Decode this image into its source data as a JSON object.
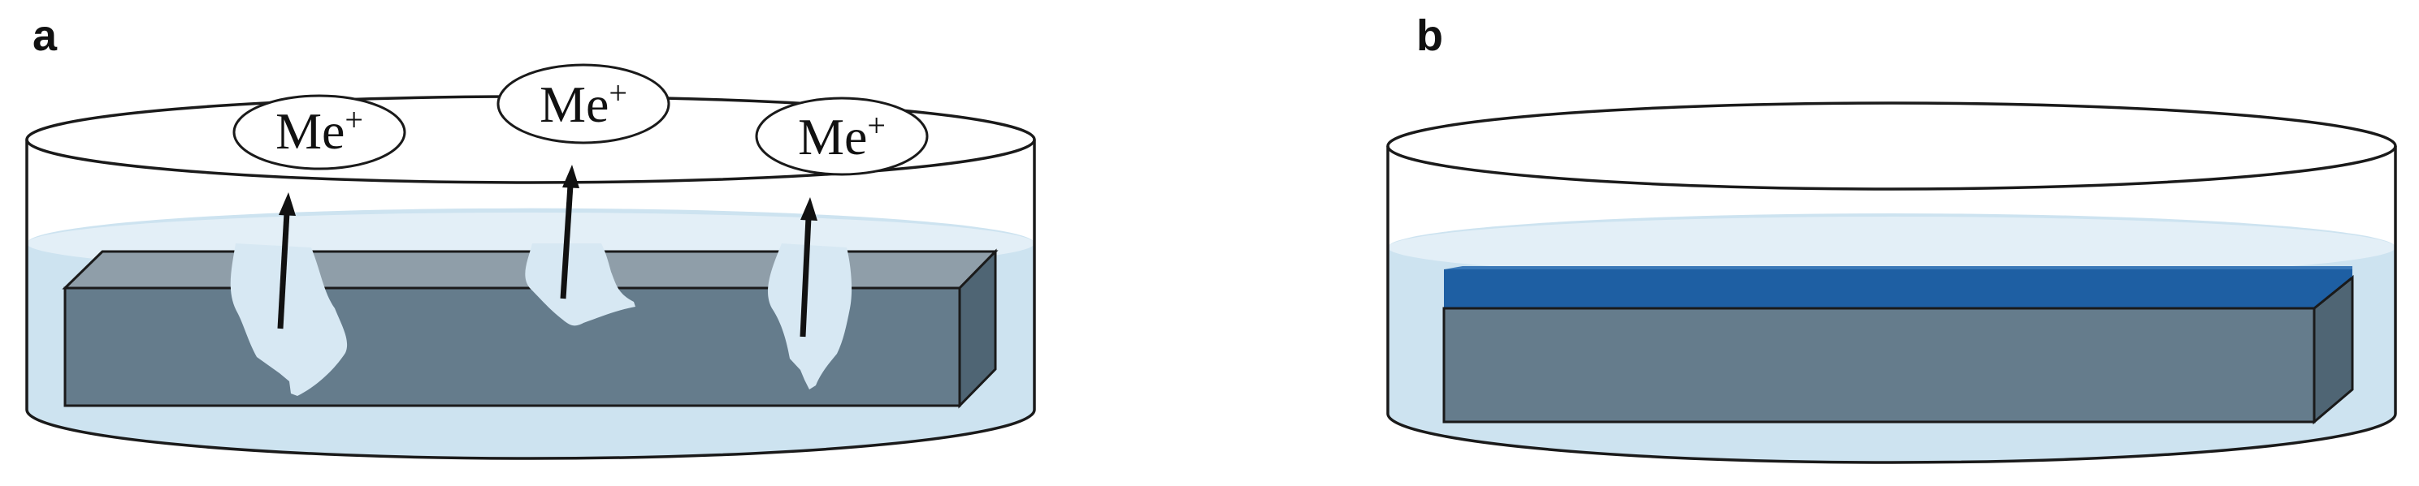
{
  "panels": [
    {
      "label": "a",
      "ions": [
        {
          "symbol": "Me",
          "charge": "+"
        },
        {
          "symbol": "Me",
          "charge": "+"
        },
        {
          "symbol": "Me",
          "charge": "+"
        }
      ]
    },
    {
      "label": "b"
    }
  ],
  "colors": {
    "liquid": "#cde3f0",
    "liquid_surface": "#e3eff7",
    "block_front": "#657c8c",
    "block_top": "#8f9ea9",
    "block_side": "#4f6574",
    "coating_top": "#3a78b8",
    "coating_front": "#1e5fa3",
    "corrosion": "#d7e8f3",
    "outline": "#1a1a1a"
  }
}
